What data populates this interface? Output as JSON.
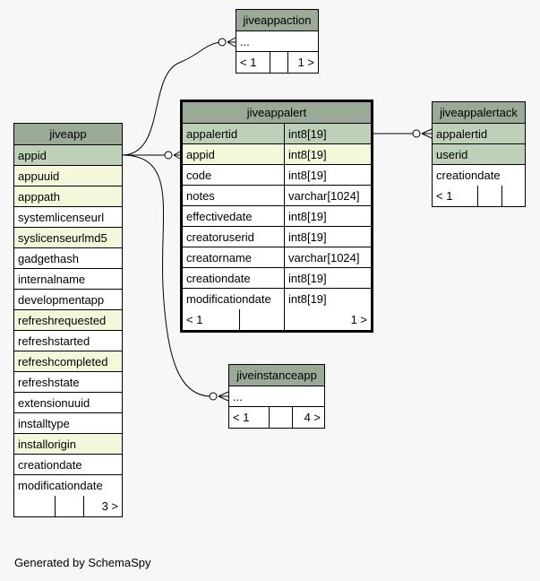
{
  "tables": {
    "jiveappaction": {
      "name": "jiveappaction",
      "rows": [
        "..."
      ],
      "footer": [
        "< 1",
        "",
        "1 >"
      ]
    },
    "jiveapp": {
      "name": "jiveapp",
      "rows": [
        {
          "col": "appid",
          "kind": "pk"
        },
        {
          "col": "appuuid",
          "kind": "fk"
        },
        {
          "col": "apppath",
          "kind": "fk"
        },
        {
          "col": "systemlicenseurl",
          "kind": ""
        },
        {
          "col": "syslicenseurlmd5",
          "kind": "fk"
        },
        {
          "col": "gadgethash",
          "kind": ""
        },
        {
          "col": "internalname",
          "kind": ""
        },
        {
          "col": "developmentapp",
          "kind": ""
        },
        {
          "col": "refreshrequested",
          "kind": "fk"
        },
        {
          "col": "refreshstarted",
          "kind": ""
        },
        {
          "col": "refreshcompleted",
          "kind": "fk"
        },
        {
          "col": "refreshstate",
          "kind": ""
        },
        {
          "col": "extensionuuid",
          "kind": ""
        },
        {
          "col": "installtype",
          "kind": ""
        },
        {
          "col": "installorigin",
          "kind": "fk"
        },
        {
          "col": "creationdate",
          "kind": ""
        },
        {
          "col": "modificationdate",
          "kind": ""
        }
      ],
      "footer": [
        "",
        "",
        "3 >"
      ]
    },
    "jiveappalert": {
      "name": "jiveappalert",
      "rows": [
        {
          "col": "appalertid",
          "type": "int8[19]",
          "kind": "pk"
        },
        {
          "col": "appid",
          "type": "int8[19]",
          "kind": "fk"
        },
        {
          "col": "code",
          "type": "int8[19]",
          "kind": ""
        },
        {
          "col": "notes",
          "type": "varchar[1024]",
          "kind": ""
        },
        {
          "col": "effectivedate",
          "type": "int8[19]",
          "kind": ""
        },
        {
          "col": "creatoruserid",
          "type": "int8[19]",
          "kind": ""
        },
        {
          "col": "creatorname",
          "type": "varchar[1024]",
          "kind": ""
        },
        {
          "col": "creationdate",
          "type": "int8[19]",
          "kind": ""
        },
        {
          "col": "modificationdate",
          "type": "int8[19]",
          "kind": ""
        }
      ],
      "footer": [
        "< 1",
        "",
        "1 >"
      ]
    },
    "jiveappalertack": {
      "name": "jiveappalertack",
      "rows": [
        {
          "col": "appalertid",
          "kind": "pk"
        },
        {
          "col": "userid",
          "kind": "pk"
        },
        {
          "col": "creationdate",
          "kind": ""
        }
      ],
      "footer": [
        "< 1",
        "",
        ""
      ]
    },
    "jiveinstanceapp": {
      "name": "jiveinstanceapp",
      "rows": [
        "..."
      ],
      "footer": [
        "< 1",
        "",
        "4 >"
      ]
    }
  },
  "generated_by": "Generated by SchemaSpy",
  "colors": {
    "header": "#9baa96",
    "primary_key": "#bed1b8",
    "foreign_key": "#f4f7da",
    "background": "#f7f7f7"
  }
}
